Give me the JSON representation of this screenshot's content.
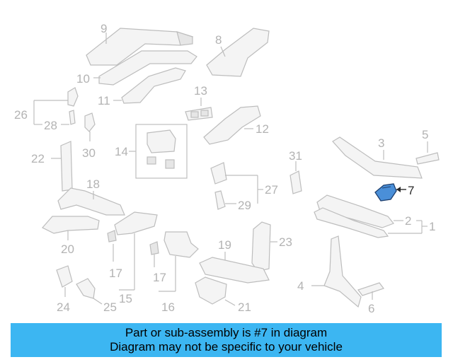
{
  "banner": {
    "line1": "Part or sub-assembly is #7 in diagram",
    "line2": "Diagram may not be specific to your vehicle",
    "background": "#3cb6f2"
  },
  "highlight_part": "7",
  "highlight_color": "#4a8fd8",
  "callouts": {
    "n1": "1",
    "n2": "2",
    "n3": "3",
    "n4": "4",
    "n5": "5",
    "n6": "6",
    "n7": "7",
    "n8": "8",
    "n9": "9",
    "n10": "10",
    "n11": "11",
    "n12": "12",
    "n13": "13",
    "n14": "14",
    "n15": "15",
    "n16": "16",
    "n17a": "17",
    "n17b": "17",
    "n18": "18",
    "n19": "19",
    "n20": "20",
    "n21": "21",
    "n22": "22",
    "n23": "23",
    "n24": "24",
    "n25": "25",
    "n26": "26",
    "n27": "27",
    "n28": "28",
    "n29": "29",
    "n30": "30",
    "n31": "31"
  }
}
